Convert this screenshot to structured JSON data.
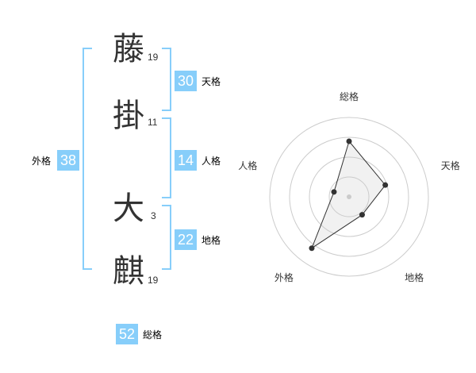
{
  "colors": {
    "accent": "#87cefa",
    "text": "#333333",
    "grid": "#cccccc"
  },
  "name": {
    "chars": [
      {
        "char": "藤",
        "strokes": "19"
      },
      {
        "char": "掛",
        "strokes": "11"
      },
      {
        "char": "大",
        "strokes": "3"
      },
      {
        "char": "麒",
        "strokes": "19"
      }
    ]
  },
  "fortune": {
    "tenkaku": {
      "value": "30",
      "label": "天格"
    },
    "jinkaku": {
      "value": "14",
      "label": "人格"
    },
    "chikaku": {
      "value": "22",
      "label": "地格"
    },
    "gaikaku": {
      "value": "38",
      "label": "外格"
    },
    "soukaku": {
      "value": "52",
      "label": "総格"
    }
  },
  "chart_data": {
    "type": "radar",
    "axes": [
      "総格",
      "天格",
      "地格",
      "外格",
      "人格"
    ],
    "values": [
      3.5,
      2.4,
      1.4,
      4,
      1
    ],
    "max": 5,
    "rings": 4
  }
}
